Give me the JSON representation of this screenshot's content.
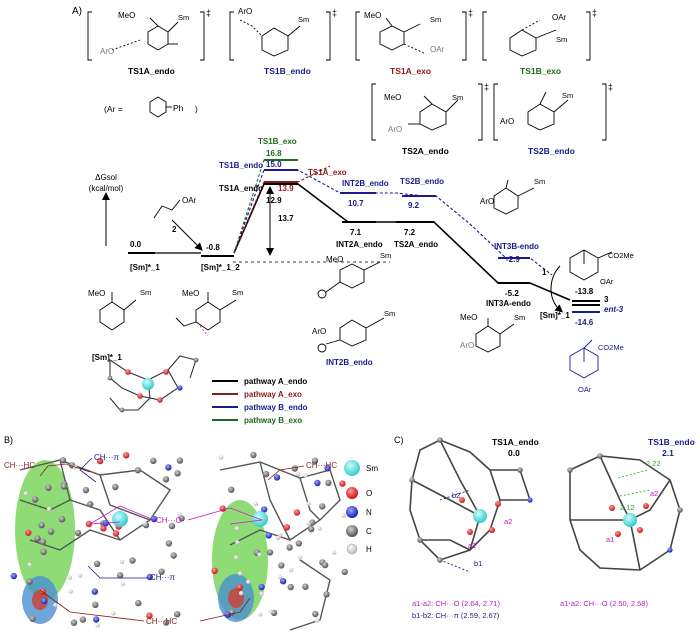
{
  "panel_a": {
    "label": "A)",
    "ts_structures": [
      {
        "name": "TS1A_endo",
        "color": "#000000"
      },
      {
        "name": "TS1B_endo",
        "color": "#1a1a8c"
      },
      {
        "name": "TS1A_exo",
        "color": "#8b1a1a"
      },
      {
        "name": "TS1B_exo",
        "color": "#1e6b1e"
      },
      {
        "name": "TS2A_endo",
        "color": "#000000"
      },
      {
        "name": "TS2B_endo",
        "color": "#1a1a8c"
      }
    ],
    "dagger": "‡",
    "sm_label": "Sm",
    "meo": "MeO",
    "aro": "ArO",
    "ar_def_prefix": "(Ar =",
    "ar_def_group": "Ph",
    "ar_def_suffix": ")",
    "yaxis_label_1": "ΔGsol",
    "yaxis_label_2": "(kcal/mol)",
    "reagent_2": "2",
    "reagent_1": "1",
    "reagent_oar": "OAr",
    "barrier_label": "13.7",
    "product_co2me": "CO2Me",
    "product_3": "3",
    "product_ent3": "ent-3",
    "sm1_label": "[Sm]*_1",
    "sm1_2_label": "[Sm]*_1_2",
    "int2b_label": "INT2B_endo",
    "sm_struct_caption": "[Sm]*_1",
    "legend": [
      {
        "label": "pathway A_endo",
        "color": "#000000"
      },
      {
        "label": "pathway A_exo",
        "color": "#8b1a1a"
      },
      {
        "label": "pathway B_endo",
        "color": "#1a1a8c"
      },
      {
        "label": "pathway B_exo",
        "color": "#1e6b1e"
      }
    ]
  },
  "chart_data": {
    "type": "line",
    "ylabel": "ΔGsol (kcal/mol)",
    "levels": [
      {
        "label": "[Sm]*_1",
        "value": "0.0",
        "pathway": "A_endo"
      },
      {
        "label": "[Sm]*_1_2",
        "value": "-0.8",
        "pathway": "A_endo"
      },
      {
        "label": "TS1A_endo",
        "value": "12.9",
        "pathway": "A_endo"
      },
      {
        "label": "TS1A_exo",
        "value": "13.9",
        "pathway": "A_exo"
      },
      {
        "label": "TS1B_endo",
        "value": "15.0",
        "pathway": "B_endo"
      },
      {
        "label": "TS1B_exo",
        "value": "16.8",
        "pathway": "B_exo"
      },
      {
        "label": "INT2A_endo",
        "value": "7.1",
        "pathway": "A_endo"
      },
      {
        "label": "INT2B_endo",
        "value": "10.7",
        "pathway": "B_endo"
      },
      {
        "label": "TS2A_endo",
        "value": "7.2",
        "pathway": "A_endo"
      },
      {
        "label": "TS2B_endo",
        "value": "9.2",
        "pathway": "B_endo"
      },
      {
        "label": "INT3A-endo",
        "value": "-5.2",
        "pathway": "A_endo"
      },
      {
        "label": "INT3B-endo",
        "value": "-2.9",
        "pathway": "B_endo"
      },
      {
        "label": "[Sm]*_1",
        "value": "-13.8",
        "pathway": "A_endo"
      },
      {
        "label": "ent-3",
        "value": "-14.6",
        "pathway": "B_endo"
      }
    ]
  },
  "panel_b": {
    "label": "B)",
    "ch_hc": "CH···HC",
    "ch_pi": "CH···π",
    "ch_o": "CH···O",
    "atom_legend": [
      {
        "label": "Sm",
        "color": "#5fe0e0"
      },
      {
        "label": "O",
        "color": "#e02020"
      },
      {
        "label": "N",
        "color": "#2030c0"
      },
      {
        "label": "C",
        "color": "#707070"
      },
      {
        "label": "H",
        "color": "#e8e8e8"
      }
    ]
  },
  "panel_c": {
    "label": "C)",
    "left_title": "TS1A_endo",
    "left_energy": "0.0",
    "right_title": "TS1B_endo",
    "right_energy": "2.1",
    "tags": {
      "a1": "a1",
      "a2": "a2",
      "b1": "b1",
      "b2": "b2",
      "d1": "2.22",
      "d2": "2.12"
    },
    "left_caption_1": "a1-a2: CH···O (2.64, 2.71)",
    "left_caption_2": "b1-b2: CH···π  (2.59, 2.67)",
    "right_caption": "a1-a2: CH···O (2.50, 2.58)"
  }
}
